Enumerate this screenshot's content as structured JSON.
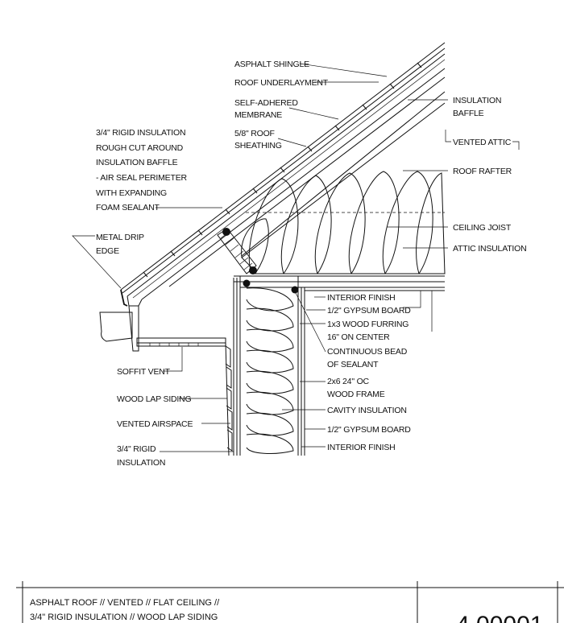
{
  "labels": {
    "asphalt_shingle": "ASPHALT SHINGLE",
    "roof_underlayment": "ROOF UNDERLAYMENT",
    "self_adhered_1": "SELF-ADHERED",
    "self_adhered_2": "MEMBRANE",
    "roof_sheathing_1": "5/8\" ROOF",
    "roof_sheathing_2": "SHEATHING",
    "insulation_baffle_1": "INSULATION",
    "insulation_baffle_2": "BAFFLE",
    "vented_attic": "VENTED ATTIC",
    "roof_rafter": "ROOF RAFTER",
    "ceiling_joist": "CEILING JOIST",
    "attic_insulation": "ATTIC INSULATION",
    "rigid_note_1": "3/4\" RIGID INSULATION",
    "rigid_note_2": "ROUGH CUT AROUND",
    "rigid_note_3": "INSULATION BAFFLE",
    "rigid_note_4": "- AIR SEAL PERIMETER",
    "rigid_note_5": "WITH EXPANDING",
    "rigid_note_6": "FOAM SEALANT",
    "metal_drip_1": "METAL DRIP",
    "metal_drip_2": "EDGE",
    "interior_finish_top": "INTERIOR FINISH",
    "gypsum_top": "1/2\" GYPSUM BOARD",
    "furring_1": "1x3 WOOD FURRING",
    "furring_2": "16\" ON CENTER",
    "sealant_1": "CONTINUOUS BEAD",
    "sealant_2": "OF SEALANT",
    "frame_1": "2x6 24\" OC",
    "frame_2": "WOOD FRAME",
    "cavity_insulation": "CAVITY INSULATION",
    "gypsum_bottom": "1/2\" GYPSUM BOARD",
    "interior_finish_bottom": "INTERIOR FINISH",
    "soffit_vent": "SOFFIT VENT",
    "wood_lap_siding": "WOOD LAP SIDING",
    "vented_airspace": "VENTED AIRSPACE",
    "rigid_bottom_1": "3/4\" RIGID",
    "rigid_bottom_2": "INSULATION"
  },
  "title_block": {
    "title_line_1": "ASPHALT ROOF // VENTED // FLAT CEILING //",
    "title_line_2": "3/4\" RIGID INSULATION // WOOD LAP SIDING",
    "detail_number": "4.00001"
  }
}
